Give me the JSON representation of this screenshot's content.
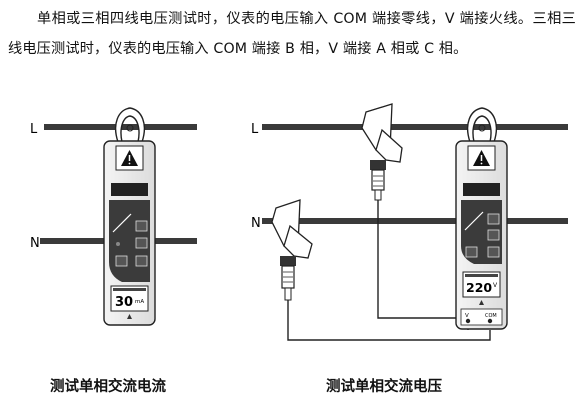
{
  "description_paragraph": "单相或三相四线电压测试时，仪表的电压输入 COM 端接零线，V 端接火线。三相三线电压测试时，仪表的电压输入 COM 端接 B 相，V 端接 A 相或 C 相。",
  "left_figure": {
    "wire_L_label": "L",
    "wire_N_label": "N",
    "display_value": "30",
    "display_unit": "mA",
    "caption": "测试单相交流电流"
  },
  "right_figure": {
    "wire_L_label": "L",
    "wire_N_label": "N",
    "display_value": "220",
    "display_unit": "V",
    "terminal_v_label": "V",
    "terminal_com_label": "COM",
    "caption": "测试单相交流电压"
  }
}
